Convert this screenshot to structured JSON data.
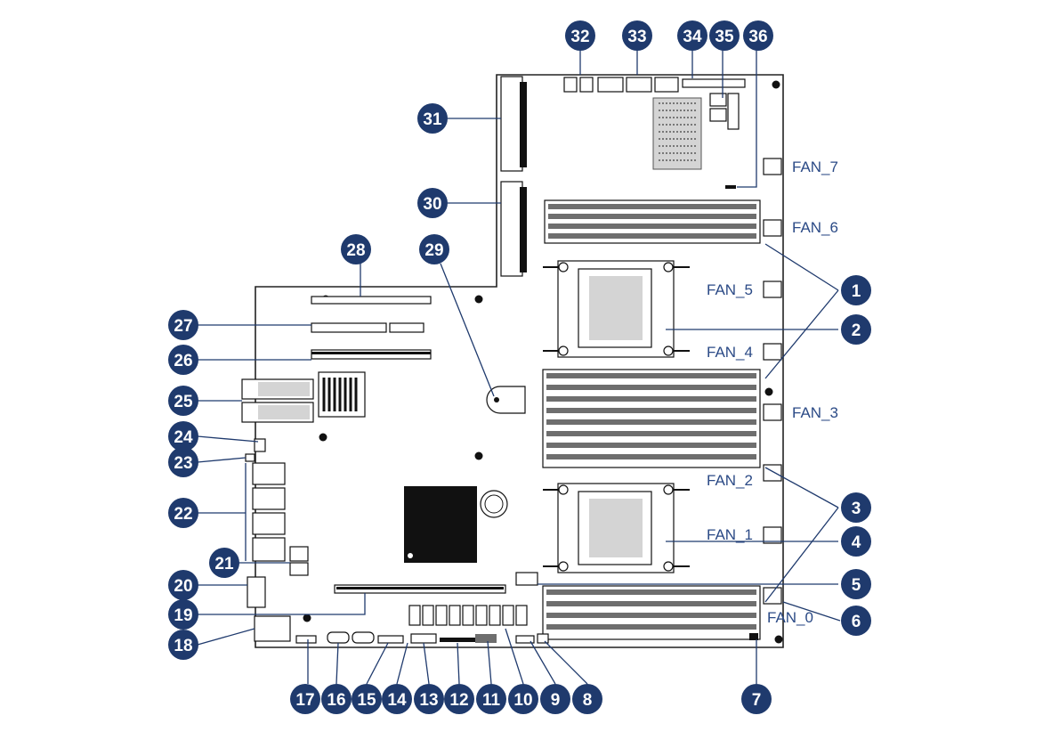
{
  "diagram": {
    "callouts": [
      "1",
      "2",
      "3",
      "4",
      "5",
      "6",
      "7",
      "8",
      "9",
      "10",
      "11",
      "12",
      "13",
      "14",
      "15",
      "16",
      "17",
      "18",
      "19",
      "20",
      "21",
      "22",
      "23",
      "24",
      "25",
      "26",
      "27",
      "28",
      "29",
      "30",
      "31",
      "32",
      "33",
      "34",
      "35",
      "36"
    ],
    "fan_labels": [
      "FAN_7",
      "FAN_6",
      "FAN_5",
      "FAN_4",
      "FAN_3",
      "FAN_2",
      "FAN_1",
      "FAN_0"
    ]
  },
  "colors": {
    "callout_fill": "#1f3a6d",
    "label_text": "#2b4a86",
    "board_outline": "#222222"
  }
}
